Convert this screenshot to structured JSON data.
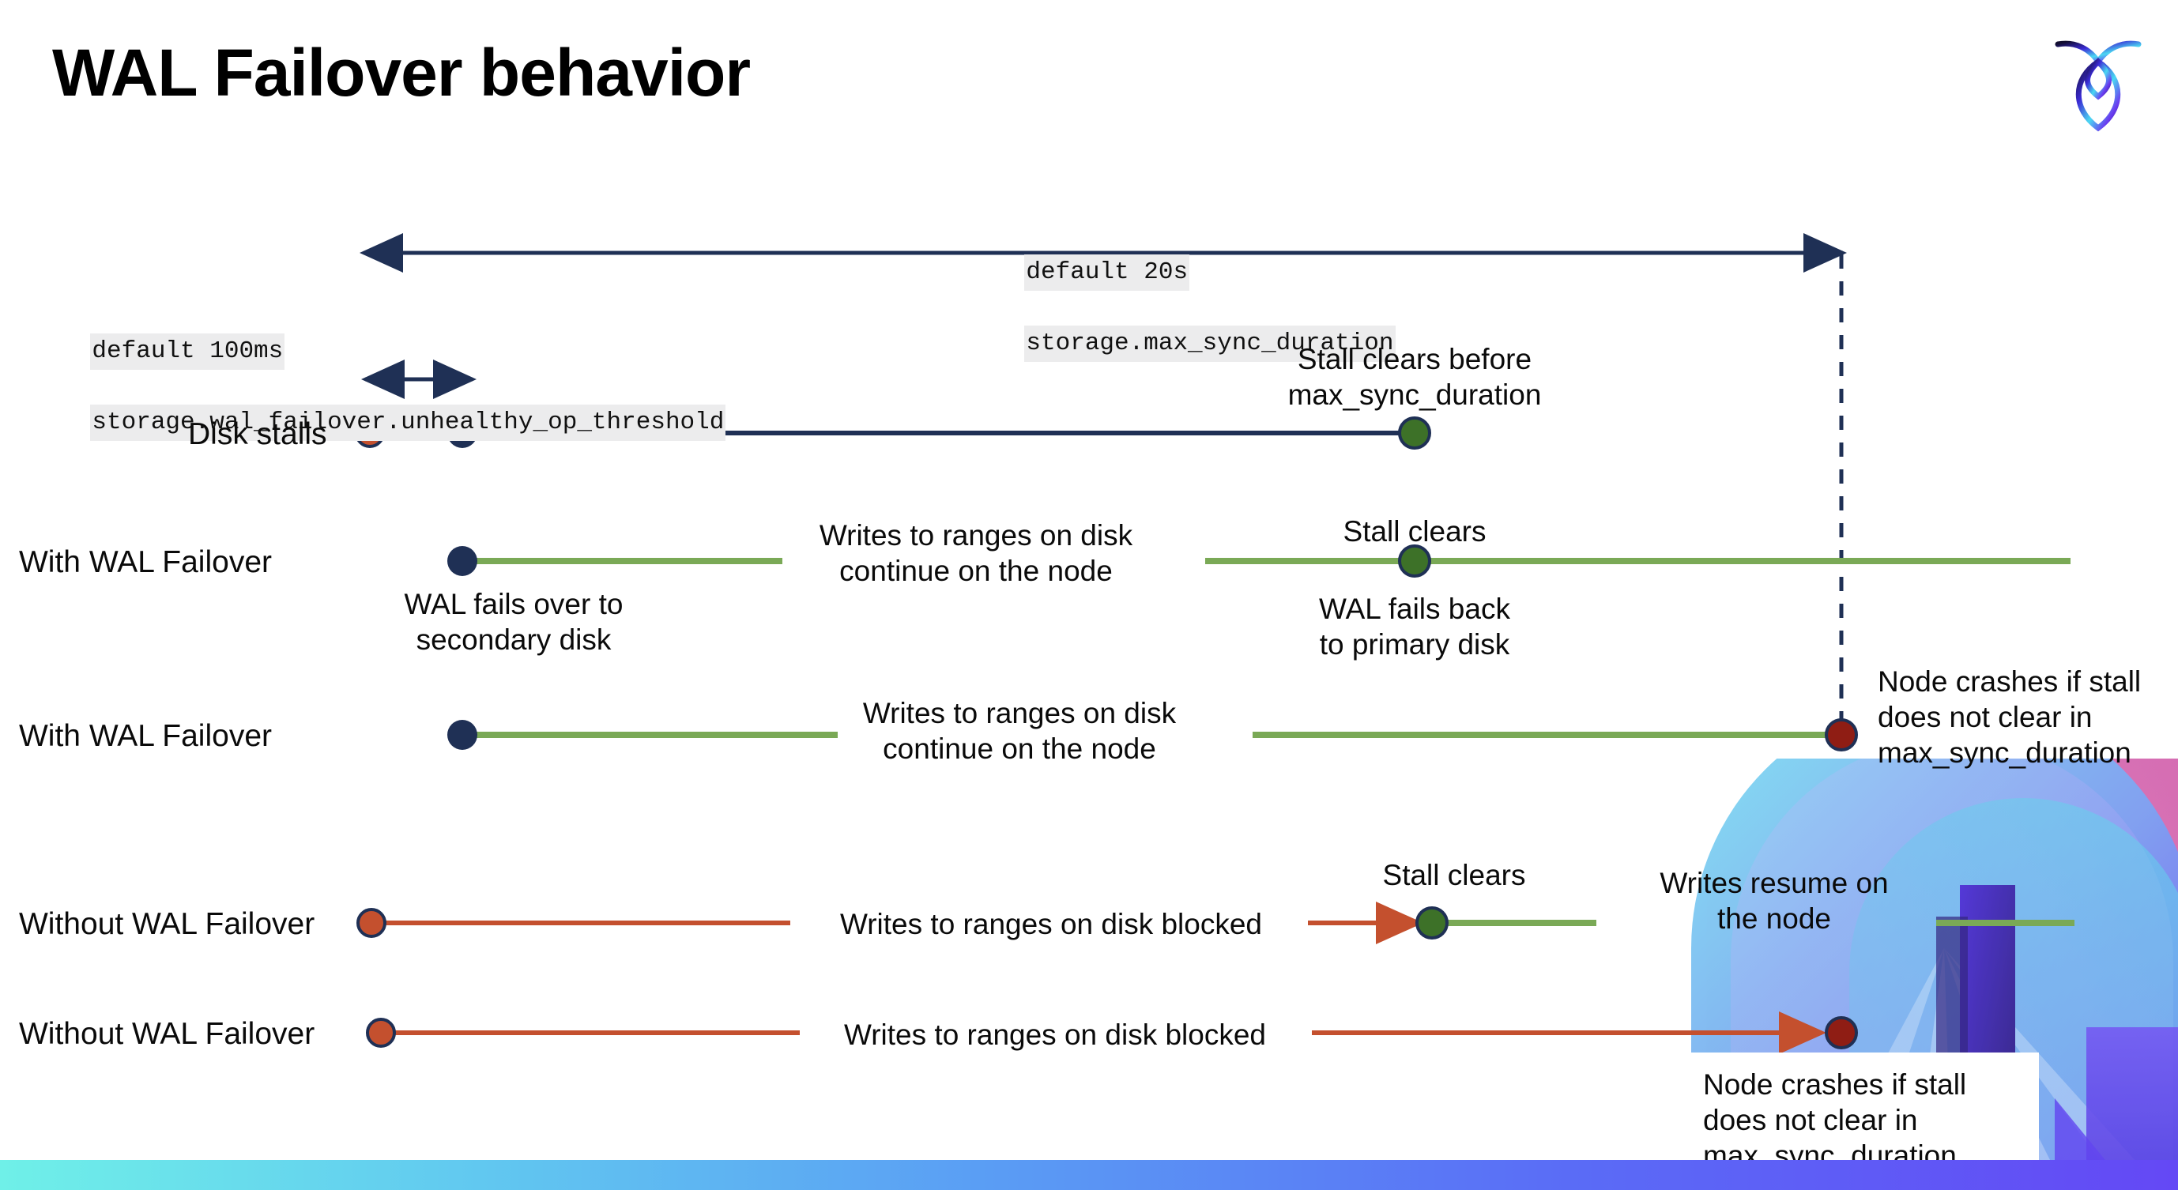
{
  "slide": {
    "title": "WAL Failover behavior",
    "logo_name": "cockroachdb-logo"
  },
  "settings": {
    "max_sync_duration": {
      "default_line": "default 20s",
      "setting_line": "storage.max_sync_duration"
    },
    "unhealthy_op_threshold": {
      "default_line": "default 100ms",
      "setting_line": "storage.wal_failover.unhealthy_op_threshold"
    }
  },
  "rows": [
    {
      "label": "Disk stalls"
    },
    {
      "label": "With WAL Failover"
    },
    {
      "label": "With WAL Failover"
    },
    {
      "label": "Without WAL Failover"
    },
    {
      "label": "Without WAL Failover"
    }
  ],
  "annotations": {
    "stall_clears_before": "Stall clears before\nmax_sync_duration",
    "stall_clears_1": "Stall clears",
    "stall_clears_2": "Stall clears",
    "writes_continue_1": "Writes to ranges on disk\ncontinue on the node",
    "writes_continue_2": "Writes to ranges on disk\ncontinue on the node",
    "wal_fails_over": "WAL fails over to\nsecondary disk",
    "wal_fails_back": "WAL fails  back\nto primary disk",
    "node_crashes_1": "Node crashes if stall\ndoes not clear in\nmax_sync_duration",
    "node_crashes_2": "Node crashes if stall\ndoes not clear in\nmax_sync_duration",
    "writes_blocked_1": "Writes to ranges on disk  blocked",
    "writes_blocked_2": "Writes to ranges on disk  blocked",
    "writes_resume": "Writes resume on\nthe node"
  },
  "colors": {
    "navy": "#1f3055",
    "green_line": "#7aa956",
    "green_dot": "#3d7128",
    "orange": "#c4502e",
    "dark_red": "#8f1d14",
    "code_bg": "#ececed",
    "bar_start": "#6ff0e8",
    "bar_end": "#6448f5"
  }
}
